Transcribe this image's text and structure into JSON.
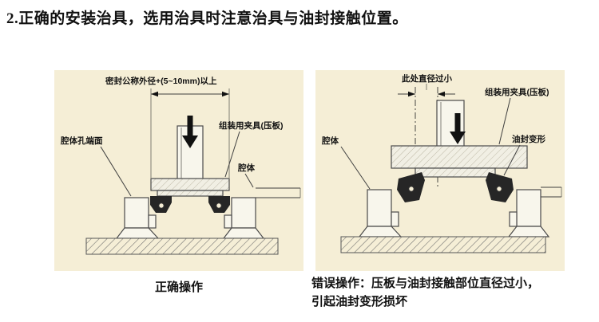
{
  "colors": {
    "page_bg": "#ffffff",
    "panel_bg": "#f5eed6",
    "ink": "#111111",
    "seal": "#262626"
  },
  "title": "2.正确的安装治具，选用治具时注意治具与油封接触位置。",
  "correct": {
    "labels": {
      "dimension": "密封公称外径+(5~10mm)以上",
      "cavity_face": "腔体孔端面",
      "clamp": "组装用夹具(压板)",
      "cavity": "腔体"
    },
    "caption": "正确操作"
  },
  "incorrect": {
    "labels": {
      "dimension": "此处直径过小",
      "clamp": "组装用夹具(压板)",
      "seal_deform": "油封变形",
      "cavity": "腔体"
    },
    "caption_line1": "错误操作：压板与油封接触部位直径过小，",
    "caption_line2": "引起油封变形损坏"
  }
}
